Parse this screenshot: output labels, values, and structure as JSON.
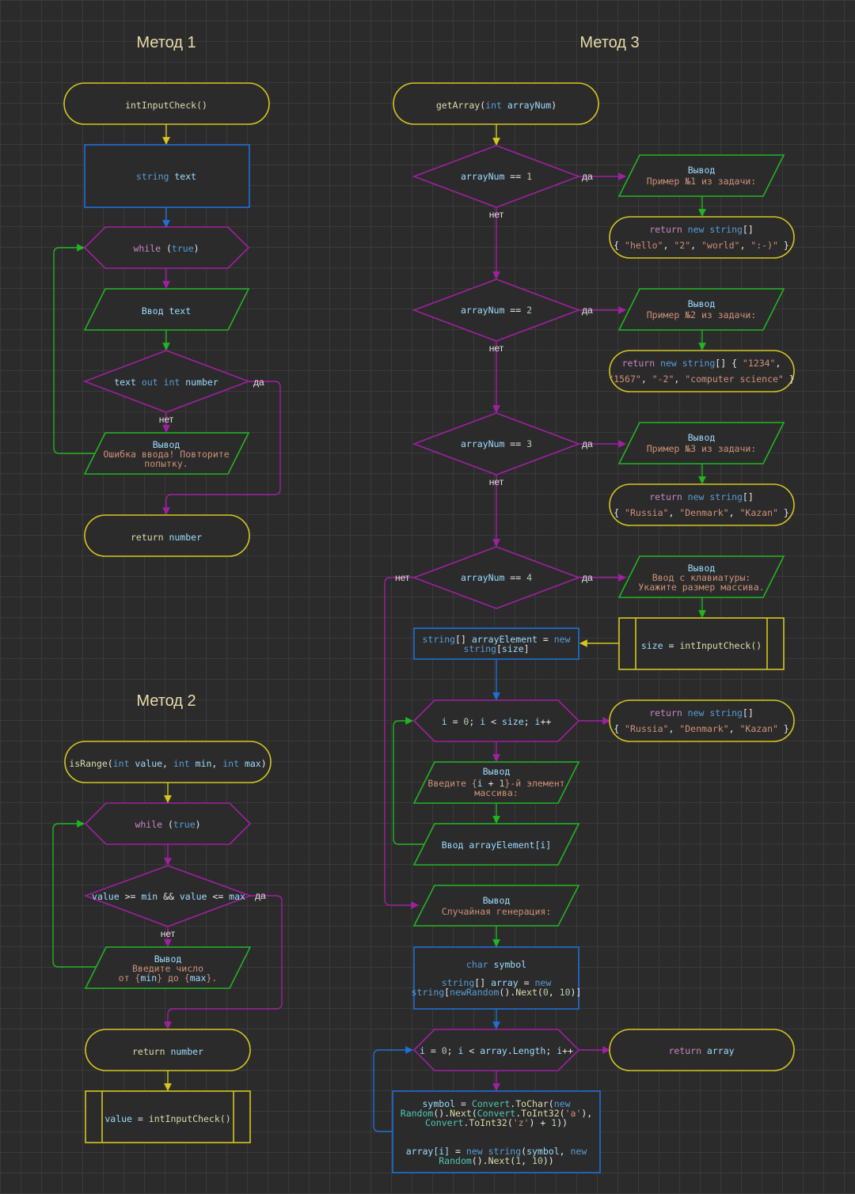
{
  "titles": {
    "method1": "Метод 1",
    "method2": "Метод 2",
    "method3": "Метод 3"
  },
  "labels": {
    "yes": "да",
    "no": "нет"
  },
  "colors": {
    "terminator": "#d6c61e",
    "process": "#1e6fd6",
    "loop": "#a020a0",
    "io": "#22b422"
  },
  "m1": {
    "start": [
      {
        "t": "intInputCheck()",
        "c": "fn"
      }
    ],
    "decl": [
      {
        "t": "string",
        "c": "ty"
      },
      {
        "t": " text",
        "c": "id"
      }
    ],
    "loop": [
      {
        "t": "while",
        "c": "kw"
      },
      {
        "t": " (",
        "c": "w"
      },
      {
        "t": "true",
        "c": "ty"
      },
      {
        "t": ")",
        "c": "w"
      }
    ],
    "input": [
      {
        "t": "Ввод",
        "c": "id"
      },
      {
        "t": " text",
        "c": "id"
      }
    ],
    "cond": [
      {
        "t": "text",
        "c": "id"
      },
      {
        "t": " out",
        "c": "ty"
      },
      {
        "t": " int",
        "c": "ty"
      },
      {
        "t": " number",
        "c": "id"
      }
    ],
    "out_l1": [
      {
        "t": "Вывод",
        "c": "id"
      }
    ],
    "out_l2": [
      {
        "t": "Ошибка ввода! Повторите",
        "c": "st"
      }
    ],
    "out_l3": [
      {
        "t": "попытку.",
        "c": "st"
      }
    ],
    "ret": [
      {
        "t": "return",
        "c": "fn"
      },
      {
        "t": " number",
        "c": "id"
      }
    ]
  },
  "m2": {
    "start": [
      {
        "t": "isRange",
        "c": "fn"
      },
      {
        "t": "(",
        "c": "w"
      },
      {
        "t": "int",
        "c": "ty"
      },
      {
        "t": " value",
        "c": "id"
      },
      {
        "t": ", ",
        "c": "w"
      },
      {
        "t": "int",
        "c": "ty"
      },
      {
        "t": " min",
        "c": "id"
      },
      {
        "t": ", ",
        "c": "w"
      },
      {
        "t": "int",
        "c": "ty"
      },
      {
        "t": " max",
        "c": "id"
      },
      {
        "t": ")",
        "c": "w"
      }
    ],
    "loop": [
      {
        "t": "while",
        "c": "kw"
      },
      {
        "t": " (",
        "c": "w"
      },
      {
        "t": "true",
        "c": "ty"
      },
      {
        "t": ")",
        "c": "w"
      }
    ],
    "cond": [
      {
        "t": "value",
        "c": "id"
      },
      {
        "t": " >= ",
        "c": "w"
      },
      {
        "t": "min",
        "c": "id"
      },
      {
        "t": " && ",
        "c": "w"
      },
      {
        "t": "value",
        "c": "id"
      },
      {
        "t": " <= ",
        "c": "w"
      },
      {
        "t": "max",
        "c": "id"
      }
    ],
    "out_l1": [
      {
        "t": "Вывод",
        "c": "id"
      }
    ],
    "out_l2": [
      {
        "t": "Введите число",
        "c": "st"
      }
    ],
    "out_l3": [
      {
        "t": "от {",
        "c": "st"
      },
      {
        "t": "min",
        "c": "id"
      },
      {
        "t": "} до {",
        "c": "st"
      },
      {
        "t": "max",
        "c": "id"
      },
      {
        "t": "}.",
        "c": "st"
      }
    ],
    "ret": [
      {
        "t": "return",
        "c": "fn"
      },
      {
        "t": " number",
        "c": "id"
      }
    ],
    "call": [
      {
        "t": "value",
        "c": "id"
      },
      {
        "t": " = ",
        "c": "w"
      },
      {
        "t": "intInputCheck()",
        "c": "fn"
      }
    ]
  },
  "m3": {
    "start": [
      {
        "t": "getArray",
        "c": "fn"
      },
      {
        "t": "(",
        "c": "w"
      },
      {
        "t": "int",
        "c": "ty"
      },
      {
        "t": " arrayNum",
        "c": "id"
      },
      {
        "t": ")",
        "c": "w"
      }
    ],
    "d1": [
      {
        "t": "arrayNum",
        "c": "id"
      },
      {
        "t": " == ",
        "c": "w"
      },
      {
        "t": "1",
        "c": "nm"
      }
    ],
    "d2": [
      {
        "t": "arrayNum",
        "c": "id"
      },
      {
        "t": " == ",
        "c": "w"
      },
      {
        "t": "2",
        "c": "nm"
      }
    ],
    "d3": [
      {
        "t": "arrayNum",
        "c": "id"
      },
      {
        "t": " == ",
        "c": "w"
      },
      {
        "t": "3",
        "c": "nm"
      }
    ],
    "d4": [
      {
        "t": "arrayNum",
        "c": "id"
      },
      {
        "t": " == ",
        "c": "w"
      },
      {
        "t": "4",
        "c": "nm"
      }
    ],
    "o1_l1": [
      {
        "t": "Вывод",
        "c": "id"
      }
    ],
    "o1_l2": [
      {
        "t": "Пример №1 из задачи:",
        "c": "st"
      }
    ],
    "r1_l1": [
      {
        "t": "return",
        "c": "kw"
      },
      {
        "t": " new",
        "c": "ty"
      },
      {
        "t": " string",
        "c": "ty"
      },
      {
        "t": "[]",
        "c": "w"
      }
    ],
    "r1_l2": [
      {
        "t": "{ ",
        "c": "w"
      },
      {
        "t": "\"hello\"",
        "c": "st"
      },
      {
        "t": ", ",
        "c": "w"
      },
      {
        "t": "\"2\"",
        "c": "st"
      },
      {
        "t": ", ",
        "c": "w"
      },
      {
        "t": "\"world\"",
        "c": "st"
      },
      {
        "t": ", ",
        "c": "w"
      },
      {
        "t": "\":-)\"",
        "c": "st"
      },
      {
        "t": " }",
        "c": "w"
      }
    ],
    "o2_l1": [
      {
        "t": "Вывод",
        "c": "id"
      }
    ],
    "o2_l2": [
      {
        "t": "Пример №2 из задачи:",
        "c": "st"
      }
    ],
    "r2_l1": [
      {
        "t": "return",
        "c": "kw"
      },
      {
        "t": " new",
        "c": "ty"
      },
      {
        "t": " string",
        "c": "ty"
      },
      {
        "t": "[] { ",
        "c": "w"
      },
      {
        "t": "\"1234\"",
        "c": "st"
      },
      {
        "t": ",",
        "c": "w"
      }
    ],
    "r2_l2": [
      {
        "t": "\"1567\"",
        "c": "st"
      },
      {
        "t": ", ",
        "c": "w"
      },
      {
        "t": "\"-2\"",
        "c": "st"
      },
      {
        "t": ", ",
        "c": "w"
      },
      {
        "t": "\"computer science\"",
        "c": "st"
      },
      {
        "t": " }",
        "c": "w"
      }
    ],
    "o3_l1": [
      {
        "t": "Вывод",
        "c": "id"
      }
    ],
    "o3_l2": [
      {
        "t": "Пример №3 из задачи:",
        "c": "st"
      }
    ],
    "r3_l1": [
      {
        "t": "return",
        "c": "kw"
      },
      {
        "t": " new",
        "c": "ty"
      },
      {
        "t": " string",
        "c": "ty"
      },
      {
        "t": "[]",
        "c": "w"
      }
    ],
    "r3_l2": [
      {
        "t": "{ ",
        "c": "w"
      },
      {
        "t": "\"Russia\"",
        "c": "st"
      },
      {
        "t": ", ",
        "c": "w"
      },
      {
        "t": "\"Denmark\"",
        "c": "st"
      },
      {
        "t": ", ",
        "c": "w"
      },
      {
        "t": "\"Kazan\"",
        "c": "st"
      },
      {
        "t": " }",
        "c": "w"
      }
    ],
    "o4_l1": [
      {
        "t": "Вывод",
        "c": "id"
      }
    ],
    "o4_l2": [
      {
        "t": "Ввод с клавиатуры:",
        "c": "st"
      }
    ],
    "o4_l3": [
      {
        "t": "Укажите размер массива.",
        "c": "st"
      }
    ],
    "call": [
      {
        "t": "size",
        "c": "id"
      },
      {
        "t": " = ",
        "c": "w"
      },
      {
        "t": "intInputCheck()",
        "c": "fn"
      }
    ],
    "decl_l1": [
      {
        "t": "string",
        "c": "ty"
      },
      {
        "t": "[] ",
        "c": "w"
      },
      {
        "t": "arrayElement",
        "c": "id"
      },
      {
        "t": " = ",
        "c": "w"
      },
      {
        "t": "new",
        "c": "ty"
      }
    ],
    "decl_l2": [
      {
        "t": "string",
        "c": "ty"
      },
      {
        "t": "[",
        "c": "w"
      },
      {
        "t": "size",
        "c": "id"
      },
      {
        "t": "]",
        "c": "w"
      }
    ],
    "loop1": [
      {
        "t": "i",
        "c": "id"
      },
      {
        "t": " = ",
        "c": "w"
      },
      {
        "t": "0",
        "c": "nm"
      },
      {
        "t": "; ",
        "c": "w"
      },
      {
        "t": "i",
        "c": "id"
      },
      {
        "t": " < ",
        "c": "w"
      },
      {
        "t": "size",
        "c": "id"
      },
      {
        "t": "; ",
        "c": "w"
      },
      {
        "t": "i",
        "c": "id"
      },
      {
        "t": "++",
        "c": "w"
      }
    ],
    "r4_l1": [
      {
        "t": "return",
        "c": "kw"
      },
      {
        "t": " new",
        "c": "ty"
      },
      {
        "t": " string",
        "c": "ty"
      },
      {
        "t": "[]",
        "c": "w"
      }
    ],
    "r4_l2": [
      {
        "t": "{ ",
        "c": "w"
      },
      {
        "t": "\"Russia\"",
        "c": "st"
      },
      {
        "t": ", ",
        "c": "w"
      },
      {
        "t": "\"Denmark\"",
        "c": "st"
      },
      {
        "t": ", ",
        "c": "w"
      },
      {
        "t": "\"Kazan\"",
        "c": "st"
      },
      {
        "t": " }",
        "c": "w"
      }
    ],
    "o5_l1": [
      {
        "t": "Вывод",
        "c": "id"
      }
    ],
    "o5_l2": [
      {
        "t": "Введите {",
        "c": "st"
      },
      {
        "t": "i",
        "c": "id"
      },
      {
        "t": " + ",
        "c": "w"
      },
      {
        "t": "1",
        "c": "nm"
      },
      {
        "t": "}-й элемент",
        "c": "st"
      }
    ],
    "o5_l3": [
      {
        "t": "массива:",
        "c": "st"
      }
    ],
    "in5": [
      {
        "t": "Ввод",
        "c": "id"
      },
      {
        "t": " arrayElement[i]",
        "c": "id"
      }
    ],
    "o6_l1": [
      {
        "t": "Вывод",
        "c": "id"
      }
    ],
    "o6_l2": [
      {
        "t": "Случайная генерация:",
        "c": "st"
      }
    ],
    "p_l1": [
      {
        "t": "char",
        "c": "ty"
      },
      {
        "t": " symbol",
        "c": "id"
      }
    ],
    "p_l2": [
      {
        "t": "string",
        "c": "ty"
      },
      {
        "t": "[] ",
        "c": "w"
      },
      {
        "t": "array",
        "c": "id"
      },
      {
        "t": " = ",
        "c": "w"
      },
      {
        "t": "new",
        "c": "ty"
      }
    ],
    "p_l3": [
      {
        "t": "string",
        "c": "ty"
      },
      {
        "t": "[",
        "c": "w"
      },
      {
        "t": "newRandom",
        "c": "ty"
      },
      {
        "t": "().",
        "c": "w"
      },
      {
        "t": "Next",
        "c": "fn"
      },
      {
        "t": "(",
        "c": "w"
      },
      {
        "t": "0",
        "c": "nm"
      },
      {
        "t": ", ",
        "c": "w"
      },
      {
        "t": "10",
        "c": "nm"
      },
      {
        "t": ")]",
        "c": "w"
      }
    ],
    "loop2": [
      {
        "t": "i",
        "c": "id"
      },
      {
        "t": " = ",
        "c": "w"
      },
      {
        "t": "0",
        "c": "nm"
      },
      {
        "t": "; ",
        "c": "w"
      },
      {
        "t": "i",
        "c": "id"
      },
      {
        "t": " < ",
        "c": "w"
      },
      {
        "t": "array",
        "c": "id"
      },
      {
        "t": ".",
        "c": "w"
      },
      {
        "t": "Length",
        "c": "id"
      },
      {
        "t": "; ",
        "c": "w"
      },
      {
        "t": "i",
        "c": "id"
      },
      {
        "t": "++",
        "c": "w"
      }
    ],
    "ret_arr": [
      {
        "t": "return",
        "c": "kw"
      },
      {
        "t": " array",
        "c": "id"
      }
    ],
    "b_l1": [
      {
        "t": "symbol",
        "c": "id"
      },
      {
        "t": " = ",
        "c": "w"
      },
      {
        "t": "Convert",
        "c": "cls"
      },
      {
        "t": ".",
        "c": "w"
      },
      {
        "t": "ToChar",
        "c": "fn"
      },
      {
        "t": "(",
        "c": "w"
      },
      {
        "t": "new",
        "c": "ty"
      }
    ],
    "b_l2": [
      {
        "t": "Random",
        "c": "cls"
      },
      {
        "t": "().",
        "c": "w"
      },
      {
        "t": "Next",
        "c": "fn"
      },
      {
        "t": "(",
        "c": "w"
      },
      {
        "t": "Convert",
        "c": "cls"
      },
      {
        "t": ".",
        "c": "w"
      },
      {
        "t": "ToInt32",
        "c": "fn"
      },
      {
        "t": "(",
        "c": "w"
      },
      {
        "t": "'a'",
        "c": "st"
      },
      {
        "t": "),",
        "c": "w"
      }
    ],
    "b_l3": [
      {
        "t": "Convert",
        "c": "cls"
      },
      {
        "t": ".",
        "c": "w"
      },
      {
        "t": "ToInt32",
        "c": "fn"
      },
      {
        "t": "(",
        "c": "w"
      },
      {
        "t": "'z'",
        "c": "st"
      },
      {
        "t": ") + ",
        "c": "w"
      },
      {
        "t": "1",
        "c": "nm"
      },
      {
        "t": "))",
        "c": "w"
      }
    ],
    "b_l4": [
      {
        "t": "array[i]",
        "c": "id"
      },
      {
        "t": " = ",
        "c": "w"
      },
      {
        "t": "new",
        "c": "ty"
      },
      {
        "t": " string",
        "c": "ty"
      },
      {
        "t": "(",
        "c": "w"
      },
      {
        "t": "symbol",
        "c": "id"
      },
      {
        "t": ", ",
        "c": "w"
      },
      {
        "t": "new",
        "c": "ty"
      }
    ],
    "b_l5": [
      {
        "t": "Random",
        "c": "cls"
      },
      {
        "t": "().",
        "c": "w"
      },
      {
        "t": "Next",
        "c": "fn"
      },
      {
        "t": "(",
        "c": "w"
      },
      {
        "t": "1",
        "c": "nm"
      },
      {
        "t": ", ",
        "c": "w"
      },
      {
        "t": "10",
        "c": "nm"
      },
      {
        "t": "))",
        "c": "w"
      }
    ]
  }
}
